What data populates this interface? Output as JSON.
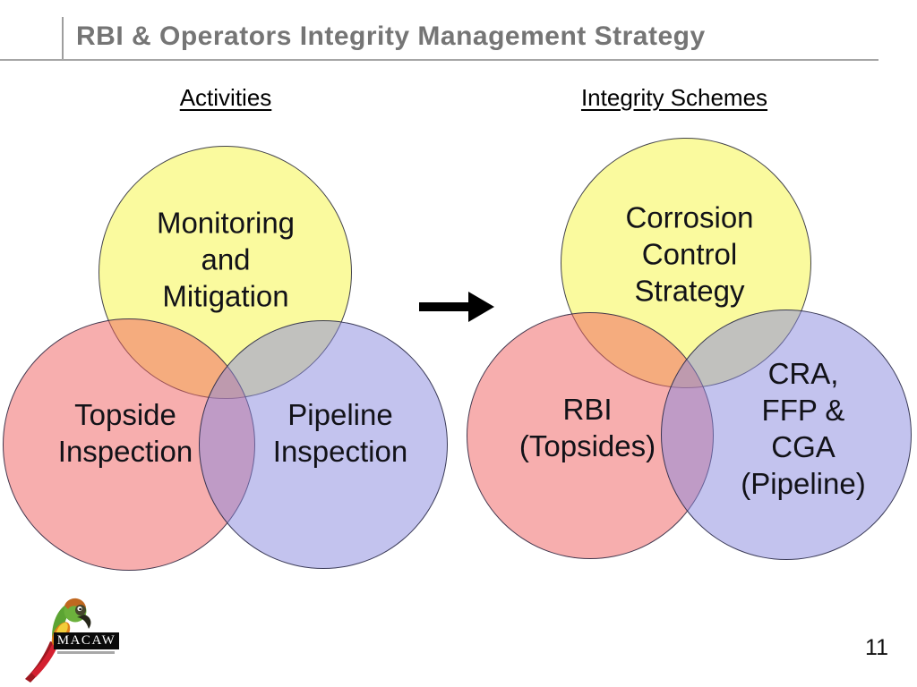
{
  "slide": {
    "title": "RBI & Operators Integrity Management Strategy",
    "page_number": "11"
  },
  "columns": {
    "left_header": "Activities",
    "right_header": "Integrity Schemes"
  },
  "venn_activities": {
    "top_circle_label": "Monitoring\nand\nMitigation",
    "bottom_left_circle_label": "Topside\nInspection",
    "bottom_right_circle_label": "Pipeline\nInspection"
  },
  "venn_schemes": {
    "top_circle_label": "Corrosion\nControl\nStrategy",
    "bottom_left_circle_label": "RBI\n(Topsides)",
    "bottom_right_circle_label": "CRA,\nFFP & CGA\n(Pipeline)"
  },
  "arrow": {
    "icon": "right-arrow-icon",
    "color": "#000000"
  },
  "logo": {
    "icon": "macaw-parrot-icon",
    "wordmark": "MACAW"
  },
  "colors": {
    "title_text": "#757575",
    "divider_gray": "#a6a6a6",
    "header_text": "#000000",
    "label_text": "#121218",
    "circle_yellow_fill": "#FAFA9E",
    "circle_red_fill": "#F7AEAE",
    "circle_blue_fill": "#C3C3EE",
    "overlap_orange": "#F4AB7D",
    "overlap_gray": "#C0C0BD",
    "overlap_purple": "#BF9AC5",
    "circle_outline": "#23233E"
  }
}
